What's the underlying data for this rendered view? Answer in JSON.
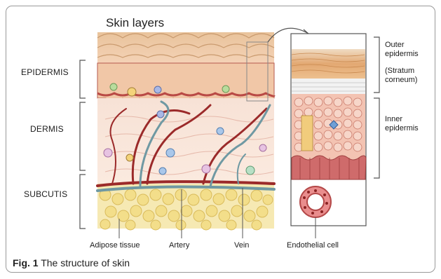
{
  "title": "Skin layers",
  "layers_left": [
    "EPIDERMIS",
    "DERMIS",
    "SUBCUTIS"
  ],
  "labels_bottom": [
    "Adipose tissue",
    "Artery",
    "Vein",
    "Endothelial cell"
  ],
  "labels_right": {
    "outer": "Outer epidermis",
    "stratum": "(Stratum corneum)",
    "inner": "Inner epidermis"
  },
  "caption": {
    "fig": "Fig. 1",
    "text": " The structure of skin"
  },
  "colors": {
    "stratum": "#e8c7a3",
    "epidermis": "#f2c9a8",
    "dermis": "#f6ddd0",
    "fat": "#f3e29a",
    "artery": "#9b2a2a",
    "vein": "#6f99a3"
  }
}
